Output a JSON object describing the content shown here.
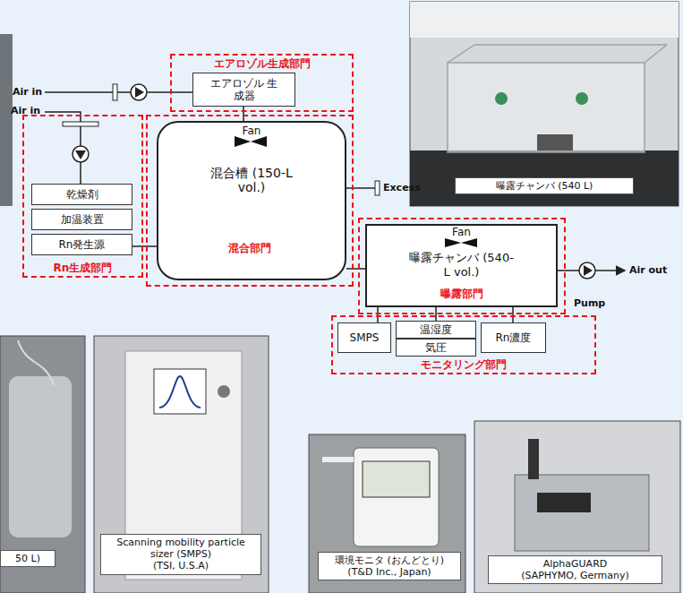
{
  "diagram": {
    "nodes": [
      {
        "text": [
          "エアロゾル生成部門"
        ]
      },
      {
        "text": [
          "エアロゾル 生成器"
        ],
        "in": 0
      },
      {
        "text": [
          "Rn生成部門"
        ]
      },
      {
        "text": [
          "乾燥剤"
        ],
        "in": 2
      },
      {
        "text": [
          "加温装置"
        ],
        "in": 2
      },
      {
        "text": [
          "Rn発生源"
        ],
        "in": 2
      },
      {
        "text": [
          "混合部門"
        ]
      },
      {
        "text": [
          "Fan",
          "混合槽 (150-L vol.)"
        ],
        "in": 6
      },
      {
        "text": [
          "曝露部門"
        ]
      },
      {
        "text": [
          "Fan",
          "曝露チャンバ (540-L vol.)"
        ],
        "in": 8
      },
      {
        "text": [
          "モニタリング部門"
        ]
      },
      {
        "text": [
          "SMPS"
        ],
        "in": 10
      },
      {
        "text": [
          "温湿度"
        ],
        "in": 10
      },
      {
        "text": [
          "気圧"
        ],
        "in": 10
      },
      {
        "text": [
          "Rn濃度"
        ],
        "in": 10
      },
      {
        "text": [
          "曝露チャンバ (540 L)"
        ]
      },
      {
        "text": [
          "50 L)"
        ]
      },
      {
        "text": [
          "Scanning mobility particle sizer (SMPS)",
          "(TSI, U.S.A)"
        ]
      },
      {
        "text": [
          "環境モニタ (おんどとり)",
          "(T&D Inc., Japan)"
        ]
      },
      {
        "text": [
          "AlphaGUARD",
          "(SAPHYMO, Germany)"
        ]
      }
    ],
    "edges": [
      {
        "from": 1,
        "to": 7,
        "arrow": "none"
      },
      {
        "from": 5,
        "to": 7,
        "arrow": "none"
      },
      {
        "from": 7,
        "to": 9,
        "arrow": "none"
      },
      {
        "from": 9,
        "to": 11,
        "arrow": "none"
      },
      {
        "from": 9,
        "to": 12,
        "arrow": "none"
      },
      {
        "from": 9,
        "to": 14,
        "arrow": "none"
      }
    ],
    "labels": [
      "Air in",
      "Air in",
      "Excess",
      "Air out",
      "Pump"
    ]
  }
}
